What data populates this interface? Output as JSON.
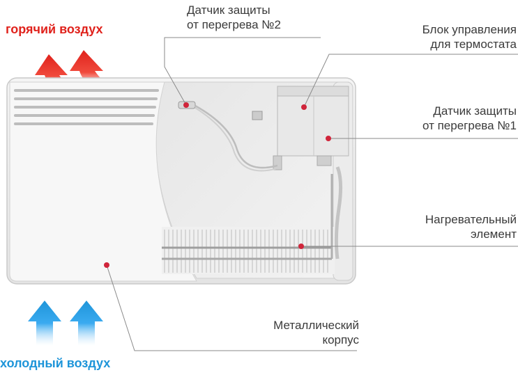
{
  "labels": {
    "hot_air": "горячий воздух",
    "cold_air": "холодный воздух",
    "sensor2": [
      "Датчик защиты",
      "от перегрева №2"
    ],
    "control_unit": [
      "Блок управления",
      "для термостата"
    ],
    "sensor1": [
      "Датчик защиты",
      "от перегрева №1"
    ],
    "heating_element": [
      "Нагревательный",
      "элемент"
    ],
    "metal_case": [
      "Металлический",
      "корпус"
    ]
  },
  "colors": {
    "hot": "#e0221c",
    "cold": "#1e95d9",
    "leader_line": "#8a8a8a",
    "marker": "#d0253b"
  }
}
